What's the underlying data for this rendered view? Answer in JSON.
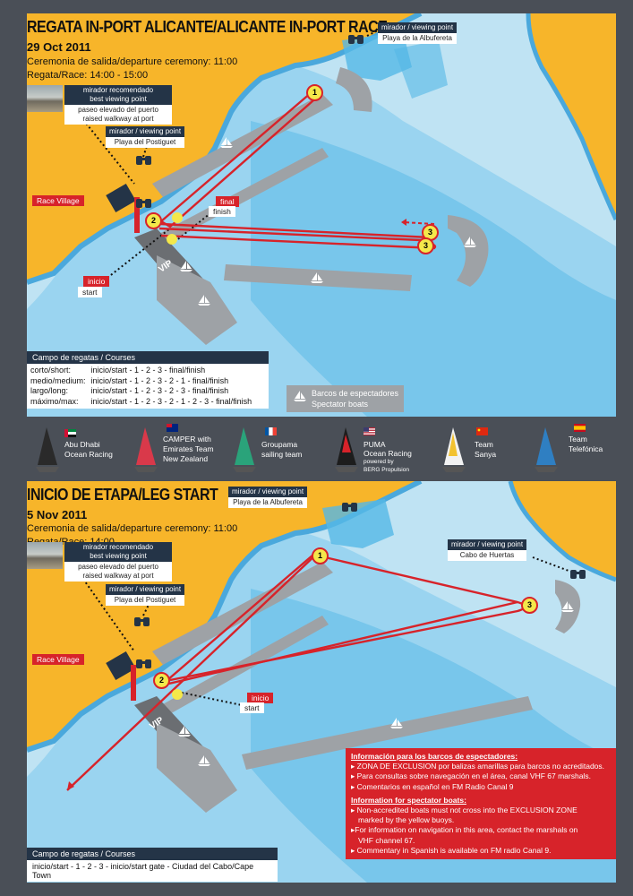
{
  "top": {
    "title": "REGATA IN-PORT ALICANTE/ALICANTE IN-PORT RACE",
    "date": "29 Oct 2011",
    "ceremony": "Ceremonia de salida/departure ceremony: 11:00",
    "race_time": "Regata/Race: 14:00 - 15:00",
    "viewing_point_albufereta": {
      "head": "mirador / viewing point",
      "sub": "Playa de la  Albufereta"
    },
    "best_viewing": {
      "head_l1": "mirador recomendado",
      "head_l2": "best viewing point",
      "sub_l1": "paseo elevado del puerto",
      "sub_l2": "raised walkway at port"
    },
    "viewing_point_postiguet": {
      "head": "mirador / viewing point",
      "sub": "Playa del Postiguet"
    },
    "race_village": "Race Village",
    "final_es": "final",
    "final_en": "finish",
    "inicio_es": "inicio",
    "inicio_en": "start",
    "vip": "VIP",
    "buoys": [
      "1",
      "2",
      "3",
      "3"
    ],
    "courses": {
      "header": "Campo de regatas / Courses",
      "rows": [
        {
          "name": "corto/short:",
          "route": "inicio/start - 1 - 2 - 3 - final/finish"
        },
        {
          "name": "medio/medium:",
          "route": "inicio/start - 1 - 2 - 3 - 2 - 1 - final/finish"
        },
        {
          "name": "largo/long:",
          "route": "inicio/start - 1 - 2 - 3 - 2 - 3 - final/finish"
        },
        {
          "name": "máximo/max:",
          "route": "inicio/start - 1 - 2 - 3 - 2 - 1 - 2 - 3 - final/finish"
        }
      ]
    },
    "spectator_legend": {
      "l1": "Barcos de espectadores",
      "l2": "Spectator boats"
    }
  },
  "teams": [
    {
      "name_l1": "Abu Dhabi",
      "name_l2": "Ocean Racing",
      "sub": "",
      "flag": "uae",
      "sail": "#2a2a2a"
    },
    {
      "name_l1": "CAMPER with",
      "name_l2": "Emirates Team",
      "name_l3": "New Zealand",
      "sub": "",
      "flag": "nz",
      "sail": "#d9394a"
    },
    {
      "name_l1": "Groupama",
      "name_l2": "sailing team",
      "sub": "",
      "flag": "fr",
      "sail": "#2aa37a"
    },
    {
      "name_l1": "PUMA",
      "name_l2": "Ocean Racing",
      "sub_l1": "powered by",
      "sub_l2": "BERG Propulsion",
      "flag": "us",
      "sail": "#1d1d1d"
    },
    {
      "name_l1": "Team",
      "name_l2": "Sanya",
      "sub": "",
      "flag": "cn",
      "sail": "#f2f2f2"
    },
    {
      "name_l1": "Team",
      "name_l2": "Telefónica",
      "sub": "",
      "flag": "es",
      "sail": "#2f7fc2"
    }
  ],
  "bottom": {
    "title": "INICIO DE ETAPA/LEG START",
    "date": "5 Nov 2011",
    "ceremony": "Ceremonia de salida/departure ceremony: 11:00",
    "race_time": "Regata/Race: 14:00",
    "viewing_point_albufereta": {
      "head": "mirador / viewing point",
      "sub": "Playa de la Albufereta"
    },
    "viewing_point_huertas": {
      "head": "mirador / viewing point",
      "sub": "Cabo de Huertas"
    },
    "best_viewing": {
      "head_l1": "mirador recomendado",
      "head_l2": "best viewing point",
      "sub_l1": "paseo elevado del puerto",
      "sub_l2": "raised walkway at port"
    },
    "viewing_point_postiguet": {
      "head": "mirador / viewing point",
      "sub": "Playa del Postiguet"
    },
    "race_village": "Race Village",
    "inicio_es": "inicio",
    "inicio_en": "start",
    "vip": "VIP",
    "buoys": [
      "1",
      "2",
      "3"
    ],
    "courses": {
      "header": "Campo de regatas / Courses",
      "route": "inicio/start - 1 - 2 - 3 - inicio/start gate - Ciudad del Cabo/Cape Town"
    },
    "notice": {
      "es_title": "Información para los barcos de espectadores:",
      "es_1": "ZONA DE EXCLUSION por balizas amarillas para barcos no acreditados.",
      "es_2": "Para consultas sobre navegación en el área, canal VHF 67 marshals.",
      "es_3": "Comentarios en español  en FM Radio Canal 9",
      "en_title": "Information for spectator boats:",
      "en_1a": "Non-accredited boats must not cross into the EXCLUSION ZONE",
      "en_1b": "marked by the yellow buoys.",
      "en_2a": "For information on navigation in this area, contact the marshals on",
      "en_2b": "VHF channel 67.",
      "en_3": "Commentary in Spanish is available on FM radio Canal 9."
    }
  },
  "colors": {
    "land": "#f7b52a",
    "sea": "#bfe3f3",
    "deep": "#55b8e6",
    "course": "#d7232a",
    "navy": "#243447",
    "grey": "#9ea2a6"
  }
}
